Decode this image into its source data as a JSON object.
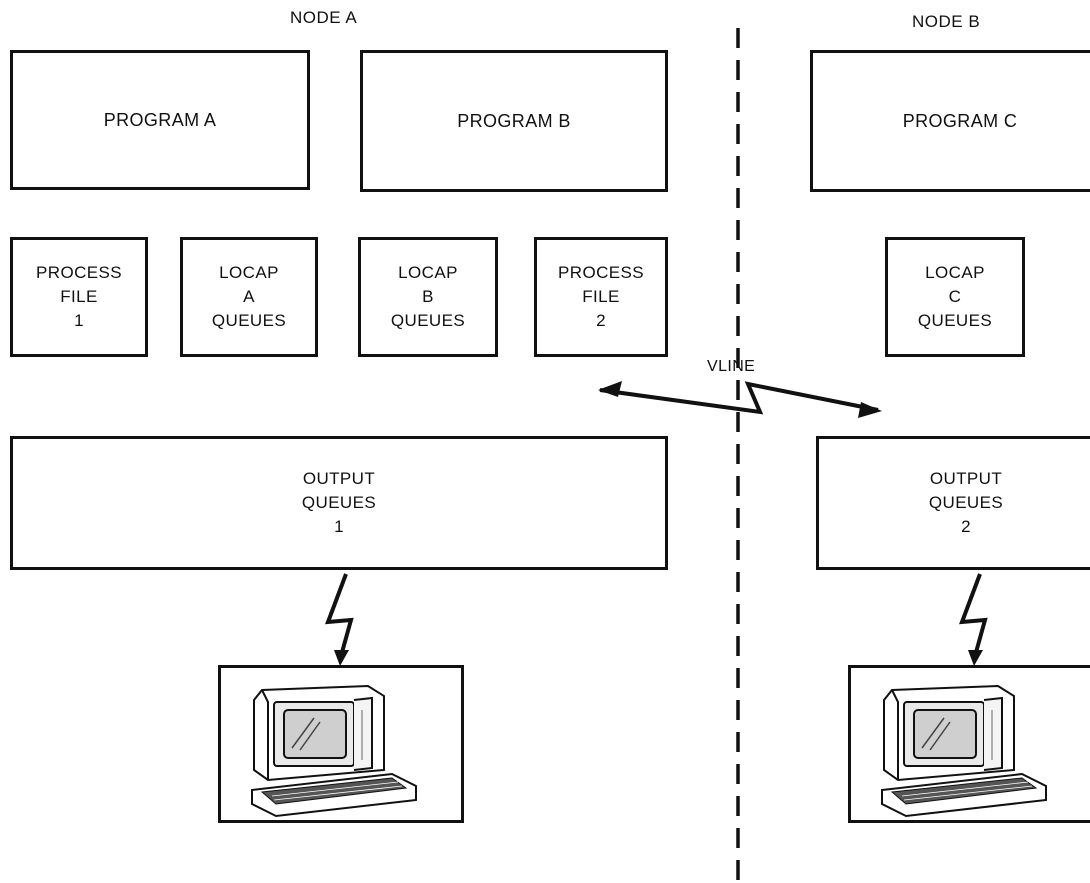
{
  "nodes": {
    "a": {
      "label": "NODE A"
    },
    "b": {
      "label": "NODE B"
    }
  },
  "programs": {
    "a": "PROGRAM A",
    "b": "PROGRAM B",
    "c": "PROGRAM C"
  },
  "boxes": {
    "process_file_1": [
      "PROCESS",
      "FILE",
      "1"
    ],
    "locap_a": [
      "LOCAP",
      "A",
      "QUEUES"
    ],
    "locap_b": [
      "LOCAP",
      "B",
      "QUEUES"
    ],
    "process_file_2": [
      "PROCESS",
      "FILE",
      "2"
    ],
    "locap_c": [
      "LOCAP",
      "C",
      "QUEUES"
    ]
  },
  "output_queues": {
    "q1": [
      "OUTPUT",
      "QUEUES",
      "1"
    ],
    "q2": [
      "OUTPUT",
      "QUEUES",
      "2"
    ]
  },
  "link": {
    "label": "VLINE"
  },
  "icons": [
    "terminal-icon",
    "lightning-arrow-icon",
    "bidirectional-arrow-icon"
  ]
}
